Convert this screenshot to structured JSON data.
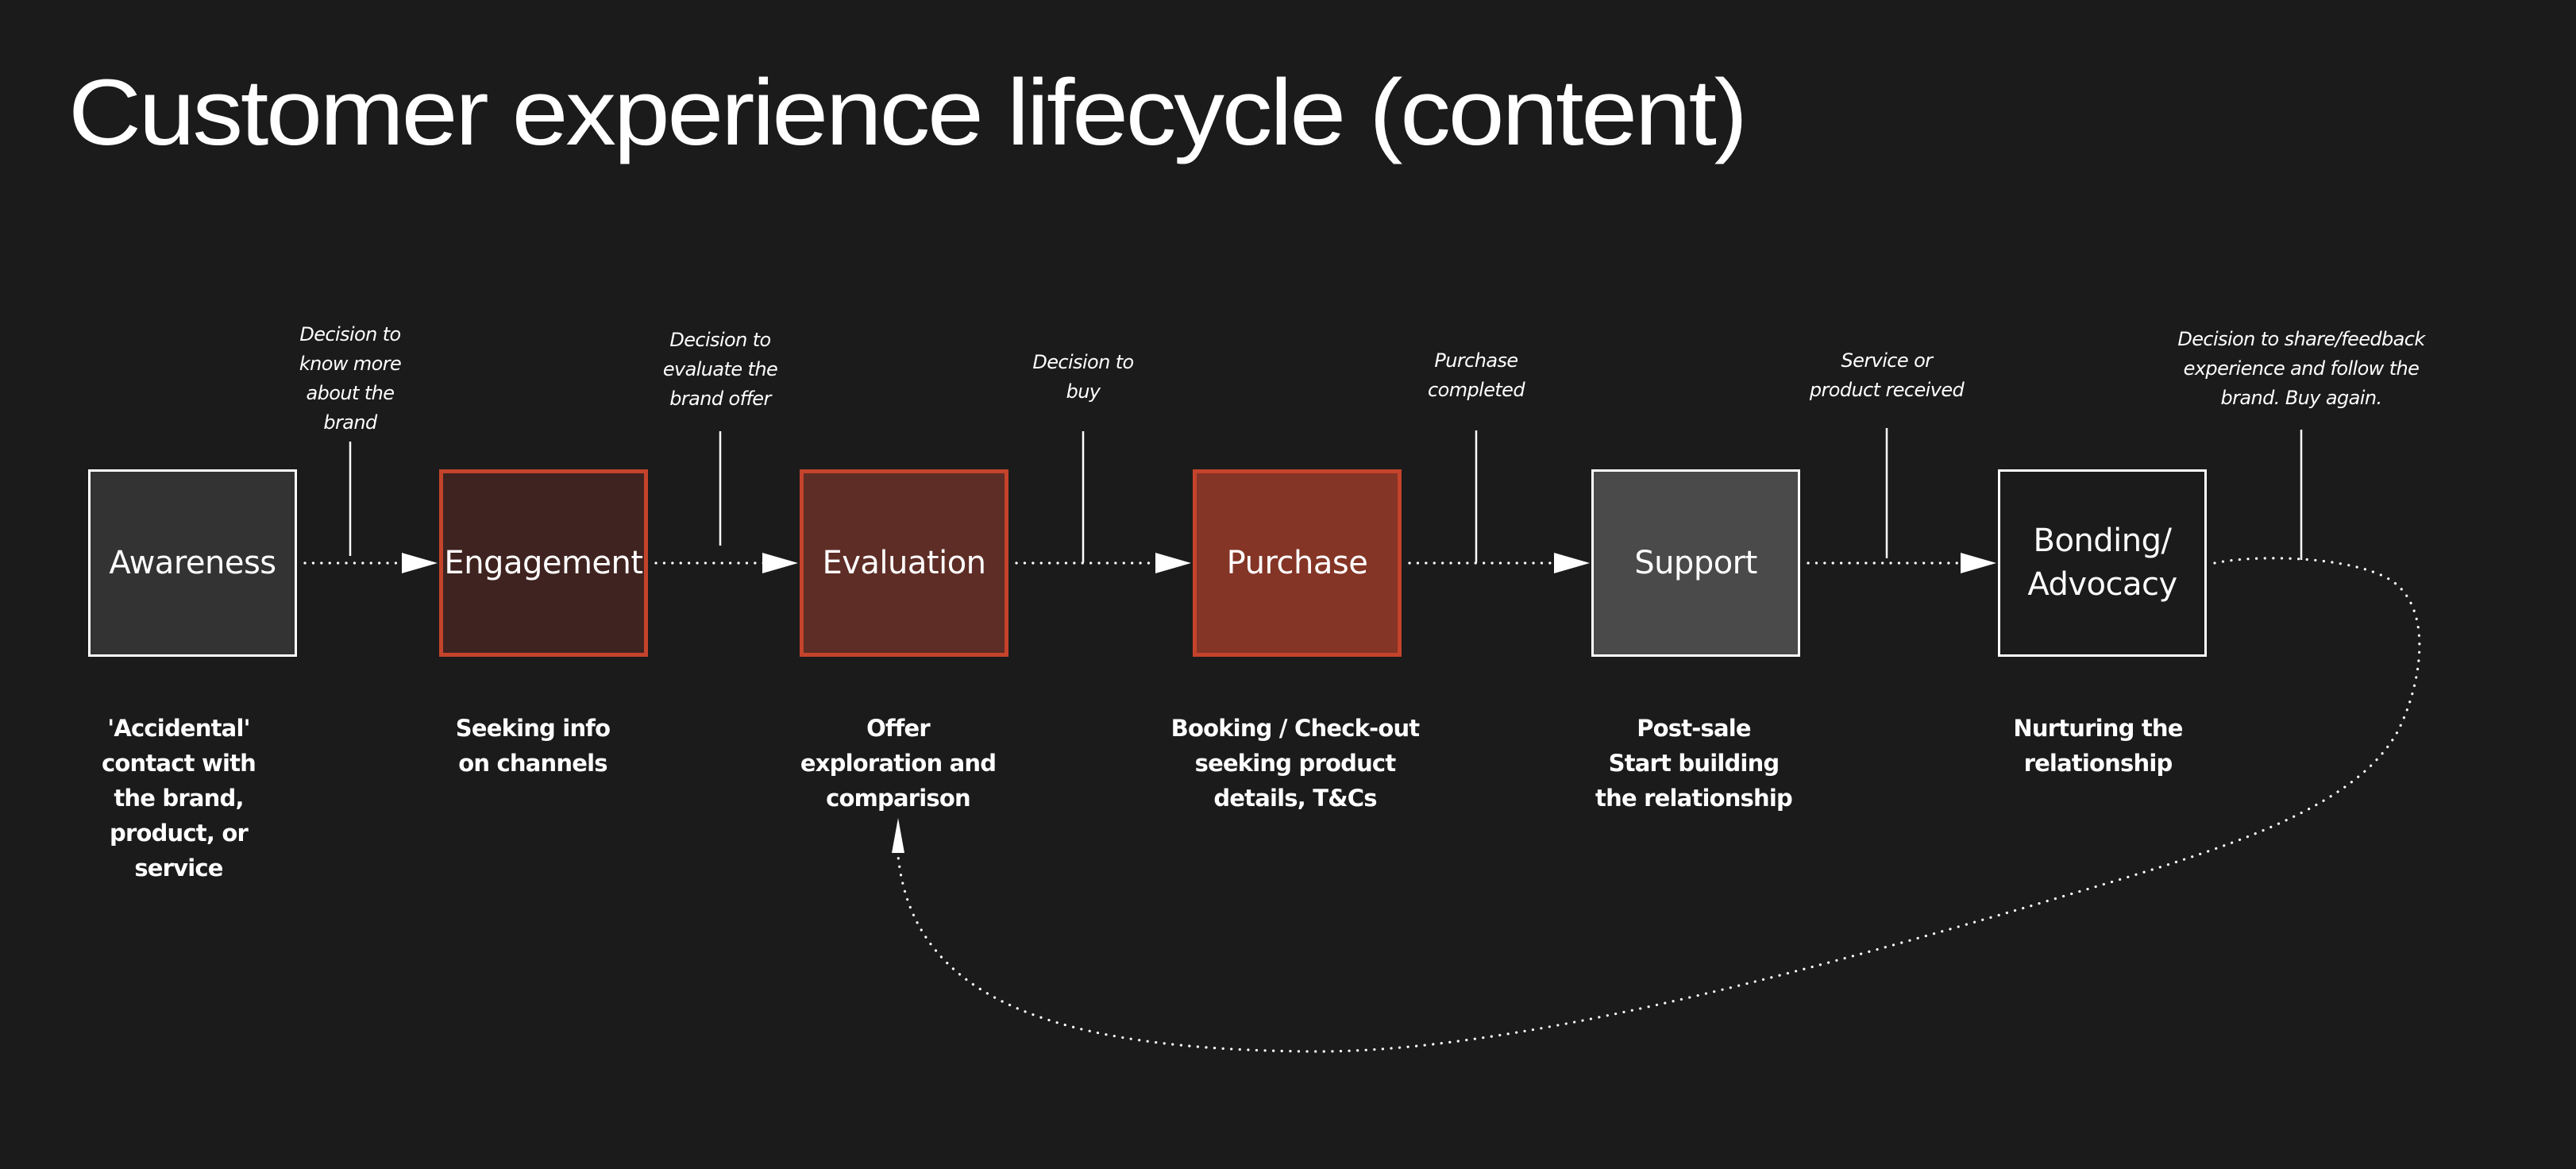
{
  "title": "Customer experience lifecycle (content)",
  "colors": {
    "background": "#1b1b1b",
    "text": "#ffffff",
    "accent_border": "#c4432b"
  },
  "stages": [
    {
      "id": "awareness",
      "label": "Awareness",
      "description": "'Accidental'\ncontact with\nthe brand,\nproduct, or\nservice",
      "fill": "#333333",
      "border": "#ffffff"
    },
    {
      "id": "engagement",
      "label": "Engagement",
      "description": "Seeking info\non channels",
      "fill": "#3f2320",
      "border": "#c4432b"
    },
    {
      "id": "evaluation",
      "label": "Evaluation",
      "description": "Offer\nexploration and\ncomparison",
      "fill": "#5e2d26",
      "border": "#c4432b"
    },
    {
      "id": "purchase",
      "label": "Purchase",
      "description": "Booking / Check-out\nseeking product\ndetails, T&Cs",
      "fill": "#843526",
      "border": "#c4432b"
    },
    {
      "id": "support",
      "label": "Support",
      "description": "Post-sale\nStart building\nthe relationship",
      "fill": "#4a4a4a",
      "border": "#ffffff"
    },
    {
      "id": "bonding-advocacy",
      "label": "Bonding/\nAdvocacy",
      "description": "Nurturing the\nrelationship",
      "fill": "#1b1b1b",
      "border": "#ffffff"
    }
  ],
  "transitions": [
    {
      "from": "awareness",
      "to": "engagement",
      "trigger": "Decision to\nknow more\nabout the\nbrand"
    },
    {
      "from": "engagement",
      "to": "evaluation",
      "trigger": "Decision to\nevaluate the\nbrand offer"
    },
    {
      "from": "evaluation",
      "to": "purchase",
      "trigger": "Decision to\nbuy"
    },
    {
      "from": "purchase",
      "to": "support",
      "trigger": "Purchase\ncompleted"
    },
    {
      "from": "support",
      "to": "bonding-advocacy",
      "trigger": "Service or\nproduct received"
    },
    {
      "from": "bonding-advocacy",
      "to": "evaluation",
      "trigger": "Decision to share/feedback\nexperience and follow the\nbrand. Buy again.",
      "style": "loop-back"
    }
  ]
}
